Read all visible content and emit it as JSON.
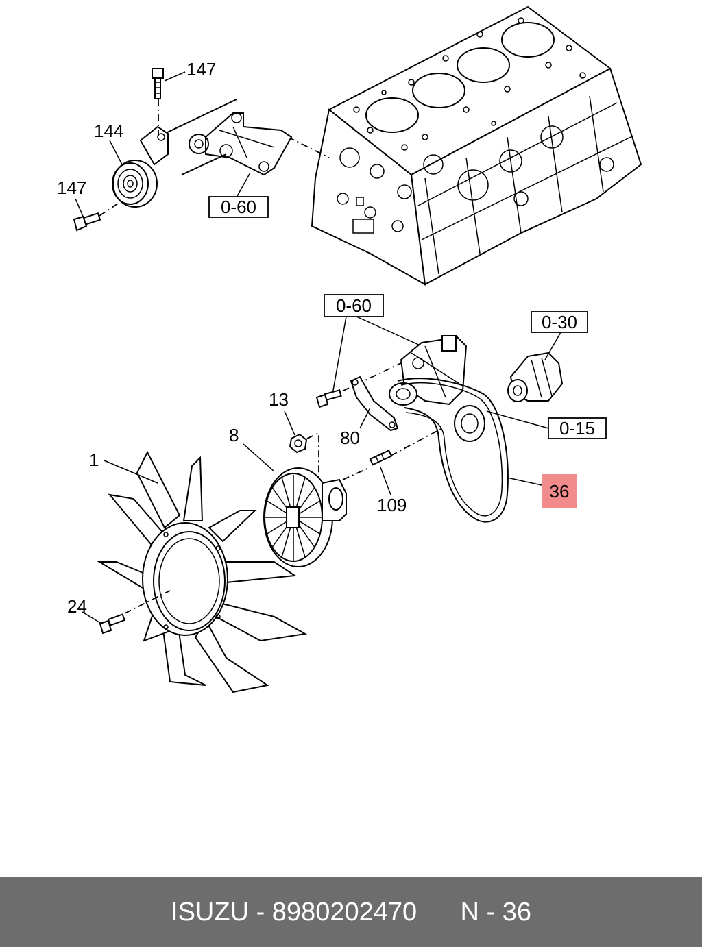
{
  "diagram": {
    "callouts": {
      "p147_top": "147",
      "p144": "144",
      "p147_left": "147",
      "p13": "13",
      "p8": "8",
      "p1": "1",
      "p80": "80",
      "p109": "109",
      "p24": "24"
    },
    "ref_boxes": {
      "ref_0_60_top": "0-60",
      "ref_0_60_mid": "0-60",
      "ref_0_30": "0-30",
      "ref_0_15": "0-15"
    },
    "highlight": {
      "label": "36",
      "color": "#f28b8b"
    }
  },
  "footer": {
    "brand": "ISUZU",
    "separator": " - ",
    "part_number": "8980202470",
    "page_ref": "N - 36",
    "background": "#6d6d6d"
  }
}
